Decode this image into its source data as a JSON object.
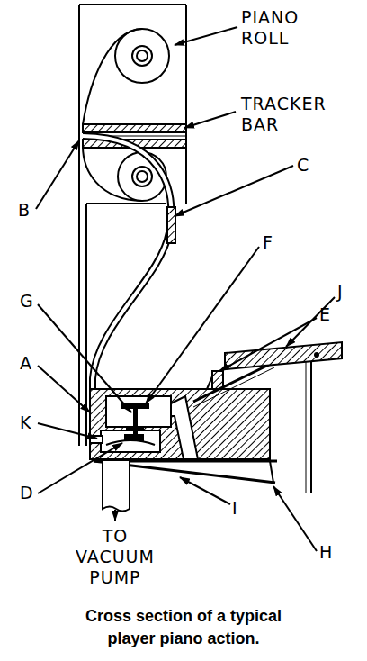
{
  "diagram": {
    "caption": "Cross section of a typical player piano action.",
    "labels": [
      "PIANO ROLL",
      "TRACKER BAR",
      "B",
      "C",
      "F",
      "J",
      "G",
      "E",
      "A",
      "K",
      "D",
      "TO VACUUM PUMP",
      "I",
      "H"
    ]
  }
}
